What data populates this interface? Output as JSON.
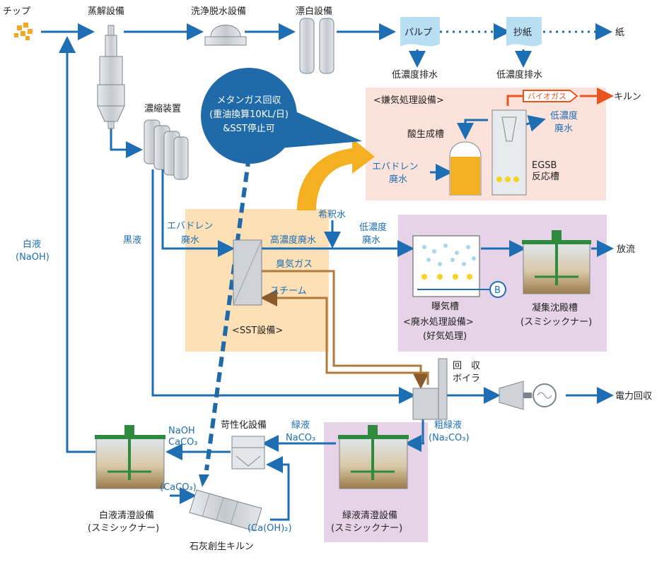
{
  "colors": {
    "flow_blue": "#1d6eb2",
    "gas_brown": "#8a5a2b",
    "orange": "#f5b021",
    "biogas_red": "#e8531f",
    "sst_bg": "#fde0b6",
    "anaerobic_bg": "#fbe3dc",
    "purple_bg": "#e6d3e8",
    "equipment_gray": "#cfd3d8",
    "thickener_green": "#2e8b3d",
    "pulp_box": "#b9dff5",
    "callout_dark_blue": "#1f6aa8"
  },
  "labels": {
    "chip": "チップ",
    "digester": "蒸解設備",
    "washing": "洗浄脱水設備",
    "bleaching": "漂白設備",
    "pulp": "パルプ",
    "papermaking": "抄紙",
    "paper": "紙",
    "low_conc_drain_1": "低濃度排水",
    "low_conc_drain_2": "低濃度排水",
    "concentrator": "濃縮装置",
    "white_liquor": "白液",
    "white_liquor_chem": "(NaOH)",
    "black_liquor": "黒液",
    "anaerobic_title": "<嫌気処理設備>",
    "biogas": "バイオガス",
    "kiln": "キルン",
    "acid_tank": "酸生成槽",
    "low_conc_ww_1": "低濃度",
    "low_conc_ww_2": "廃水",
    "evap_drain_1": "エバドレン",
    "evap_drain_2": "廃水",
    "egsb_1": "EGSB",
    "egsb_2": "反応槽",
    "callout_1": "メタンガス回収",
    "callout_2": "(重油換算10KL/日)",
    "callout_3": "&SST停止可",
    "dilution_water": "希釈水",
    "evap_left_1": "エバドレン",
    "evap_left_2": "廃水",
    "high_conc_ww": "高濃度廃水",
    "low_conc_mid_1": "低濃度",
    "low_conc_mid_2": "廃水",
    "odor_gas": "臭気ガス",
    "steam": "スチーム",
    "sst_title": "<SST設備>",
    "aeration_tank": "曝気槽",
    "ww_treatment_1": "<廃水処理設備>",
    "ww_treatment_2": "(好気処理)",
    "blower": "B",
    "coag_1": "凝集沈殿槽",
    "coag_2": "(スミシックナー)",
    "discharge": "放流",
    "recovery_boiler_1": "回　収",
    "recovery_boiler_2": "ボイラ",
    "power_recovery": "電力回収",
    "crude_green_1": "粗緑液",
    "crude_green_2": "(Na₂CO₃)",
    "causticizing": "苛性化設備",
    "green_liquor_1": "緑液",
    "green_liquor_2": "NaCO₃",
    "naoh_caco3_1": "NaOH",
    "naoh_caco3_2": "CaCO₃",
    "caco3": "(CaCO₃)",
    "caoh2": "(Ca(OH)₂)",
    "white_clar_1": "白液清澄設備",
    "white_clar_2": "(スミシックナー)",
    "lime_kiln": "石灰創生キルン",
    "green_clar_1": "緑液清澄設備",
    "green_clar_2": "(スミシックナー)"
  }
}
